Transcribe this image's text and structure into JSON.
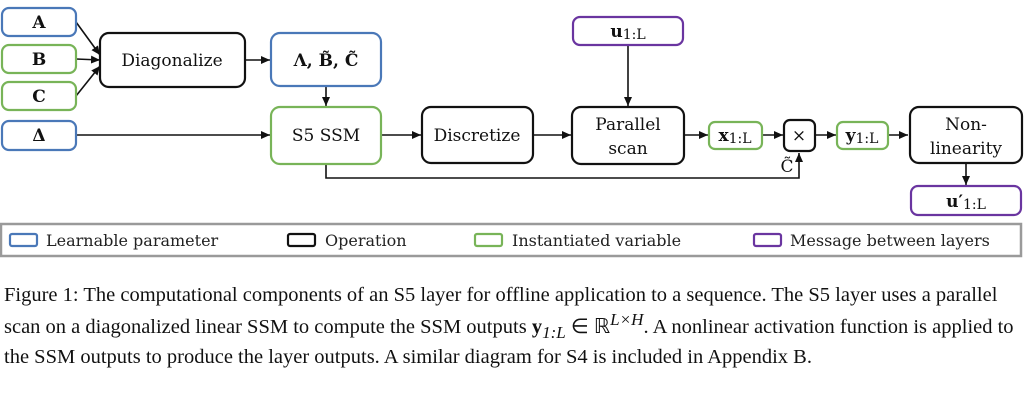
{
  "diagram": {
    "nodes": {
      "A": "A",
      "B": "B",
      "C": "C",
      "Delta": "Δ",
      "diagonalize": "Diagonalize",
      "lambda_bc": "Λ, B̃, C̃",
      "s5_ssm": "S5 SSM",
      "discretize": "Discretize",
      "u_in_base": "u",
      "u_in_sub": "1:L",
      "parallel_scan_line1": "Parallel",
      "parallel_scan_line2": "scan",
      "x_base": "x",
      "x_sub": "1:L",
      "multiply": "×",
      "c_tilde_label": "C̃",
      "y_base": "y",
      "y_sub": "1:L",
      "nonlinearity_line1": "Non-",
      "nonlinearity_line2": "linearity",
      "u_out_base": "u′",
      "u_out_sub": "1:L"
    },
    "legend": [
      {
        "label": "Learnable parameter",
        "color": "#4a78b8"
      },
      {
        "label": "Operation",
        "color": "#111111"
      },
      {
        "label": "Instantiated variable",
        "color": "#78b458"
      },
      {
        "label": "Message between layers",
        "color": "#6a35a0"
      }
    ]
  },
  "caption": {
    "p1": "Figure 1: The computational components of an S5 layer for offline application to a sequence. The S5 layer uses a parallel scan on a diagonalized linear SSM to compute the SSM outputs ",
    "math_y": "y",
    "math_sub": "1:L",
    "math_in": " ∈ ℝ",
    "math_sup": "L×H",
    "p2": ". A nonlinear activation function is applied to the SSM outputs to produce the layer outputs. A similar diagram for S4 is included in Appendix B."
  }
}
